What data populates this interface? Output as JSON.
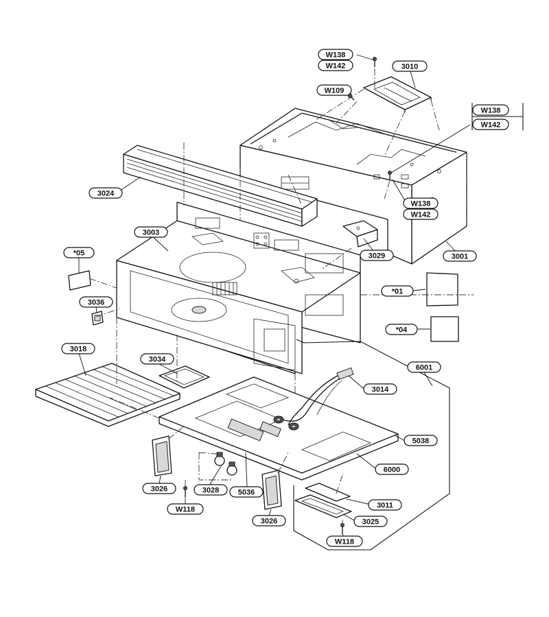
{
  "labels": {
    "w138_top": "W138",
    "w142_top": "W142",
    "p3010": "3010",
    "w109": "W109",
    "w138_right": "W138",
    "w142_right": "W142",
    "w138_mid": "W138",
    "w142_mid": "W142",
    "p3024": "3024",
    "p3003": "3003",
    "p3029": "3029",
    "p3001": "3001",
    "s05": "*05",
    "s01": "*01",
    "p3036": "3036",
    "s04": "*04",
    "p3018": "3018",
    "p3034": "3034",
    "p6001": "6001",
    "p3014": "3014",
    "p5038": "5038",
    "p6000": "6000",
    "p3026_left": "3026",
    "p3028": "3028",
    "p5036": "5036",
    "w118_left": "W118",
    "p3011": "3011",
    "p3026_right": "3026",
    "p3025": "3025",
    "w118_right": "W118"
  }
}
